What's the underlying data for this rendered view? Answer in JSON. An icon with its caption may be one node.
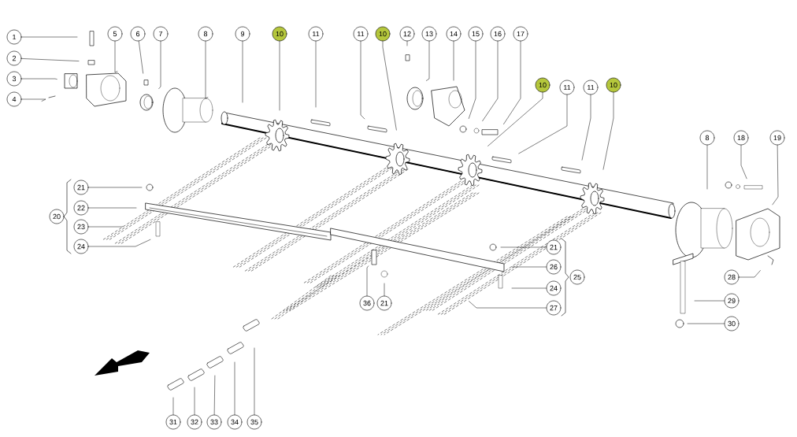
{
  "diagram": {
    "nodes": [
      {
        "text": [
          "1"
        ]
      },
      {
        "text": [
          "2"
        ]
      },
      {
        "text": [
          "3"
        ]
      },
      {
        "text": [
          "4"
        ]
      },
      {
        "text": [
          "5"
        ]
      },
      {
        "text": [
          "6"
        ]
      },
      {
        "text": [
          "7"
        ]
      },
      {
        "text": [
          "8"
        ]
      },
      {
        "text": [
          "9"
        ]
      },
      {
        "text": [
          "10"
        ]
      },
      {
        "text": [
          "11"
        ]
      },
      {
        "text": [
          "11"
        ]
      },
      {
        "text": [
          "10"
        ]
      },
      {
        "text": [
          "12"
        ]
      },
      {
        "text": [
          "13"
        ]
      },
      {
        "text": [
          "14"
        ]
      },
      {
        "text": [
          "15"
        ]
      },
      {
        "text": [
          "16"
        ]
      },
      {
        "text": [
          "17"
        ]
      },
      {
        "text": [
          "10"
        ]
      },
      {
        "text": [
          "11"
        ]
      },
      {
        "text": [
          "11"
        ]
      },
      {
        "text": [
          "10"
        ]
      },
      {
        "text": [
          "8"
        ]
      },
      {
        "text": [
          "18"
        ]
      },
      {
        "text": [
          "19"
        ]
      },
      {
        "text": [
          "21"
        ]
      },
      {
        "text": [
          "20"
        ]
      },
      {
        "text": [
          "22"
        ]
      },
      {
        "text": [
          "23"
        ]
      },
      {
        "text": [
          "24"
        ]
      },
      {
        "text": [
          "21"
        ]
      },
      {
        "text": [
          "26"
        ]
      },
      {
        "text": [
          "25"
        ]
      },
      {
        "text": [
          "24"
        ]
      },
      {
        "text": [
          "27"
        ]
      },
      {
        "text": [
          "36"
        ]
      },
      {
        "text": [
          "21"
        ]
      },
      {
        "text": [
          "28"
        ]
      },
      {
        "text": [
          "29"
        ]
      },
      {
        "text": [
          "30"
        ]
      },
      {
        "text": [
          "31"
        ]
      },
      {
        "text": [
          "32"
        ]
      },
      {
        "text": [
          "33"
        ]
      },
      {
        "text": [
          "34"
        ]
      },
      {
        "text": [
          "35"
        ]
      }
    ],
    "edges": [
      {
        "from": 0,
        "to": null,
        "arrow": "none"
      },
      {
        "from": 1,
        "to": null,
        "arrow": "none"
      },
      {
        "from": 2,
        "to": null,
        "arrow": "none"
      },
      {
        "from": 3,
        "to": null,
        "arrow": "none"
      },
      {
        "from": 4,
        "to": null,
        "arrow": "none"
      },
      {
        "from": 5,
        "to": null,
        "arrow": "none"
      },
      {
        "from": 6,
        "to": null,
        "arrow": "none"
      },
      {
        "from": 7,
        "to": null,
        "arrow": "none"
      },
      {
        "from": 8,
        "to": null,
        "arrow": "none"
      },
      {
        "from": 9,
        "to": null,
        "arrow": "none"
      },
      {
        "from": 10,
        "to": null,
        "arrow": "none"
      },
      {
        "from": 11,
        "to": null,
        "arrow": "none"
      },
      {
        "from": 12,
        "to": null,
        "arrow": "none"
      },
      {
        "from": 13,
        "to": null,
        "arrow": "none"
      },
      {
        "from": 14,
        "to": null,
        "arrow": "none"
      },
      {
        "from": 15,
        "to": null,
        "arrow": "none"
      },
      {
        "from": 16,
        "to": null,
        "arrow": "none"
      },
      {
        "from": 17,
        "to": null,
        "arrow": "none"
      },
      {
        "from": 18,
        "to": null,
        "arrow": "none"
      },
      {
        "from": 19,
        "to": null,
        "arrow": "none"
      },
      {
        "from": 20,
        "to": null,
        "arrow": "none"
      },
      {
        "from": 21,
        "to": null,
        "arrow": "none"
      },
      {
        "from": 22,
        "to": null,
        "arrow": "none"
      },
      {
        "from": 23,
        "to": null,
        "arrow": "none"
      },
      {
        "from": 24,
        "to": null,
        "arrow": "none"
      },
      {
        "from": 25,
        "to": null,
        "arrow": "none"
      },
      {
        "from": 26,
        "to": null,
        "arrow": "none"
      },
      {
        "from": 28,
        "to": null,
        "arrow": "none"
      },
      {
        "from": 29,
        "to": null,
        "arrow": "none"
      },
      {
        "from": 30,
        "to": null,
        "arrow": "none"
      },
      {
        "from": 31,
        "to": null,
        "arrow": "none"
      },
      {
        "from": 32,
        "to": null,
        "arrow": "none"
      },
      {
        "from": 34,
        "to": null,
        "arrow": "none"
      },
      {
        "from": 35,
        "to": null,
        "arrow": "none"
      },
      {
        "from": 36,
        "to": null,
        "arrow": "none"
      },
      {
        "from": 37,
        "to": null,
        "arrow": "none"
      },
      {
        "from": 38,
        "to": null,
        "arrow": "none"
      },
      {
        "from": 39,
        "to": null,
        "arrow": "none"
      },
      {
        "from": 40,
        "to": null,
        "arrow": "none"
      },
      {
        "from": 41,
        "to": null,
        "arrow": "none"
      },
      {
        "from": 42,
        "to": null,
        "arrow": "none"
      },
      {
        "from": 43,
        "to": null,
        "arrow": "none"
      },
      {
        "from": 44,
        "to": null,
        "arrow": "none"
      },
      {
        "from": 45,
        "to": null,
        "arrow": "none"
      }
    ]
  }
}
